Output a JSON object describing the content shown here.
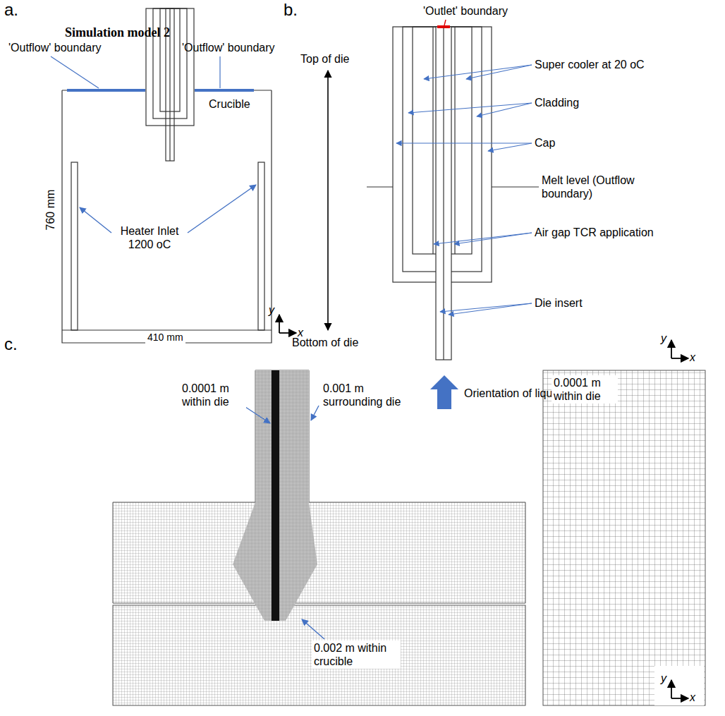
{
  "diagram": {
    "labels": [
      "a.",
      "Simulation model 2",
      "b.",
      "'Outflow' boundary",
      "'Outflow' boundary",
      "760 mm",
      "Crucible",
      "Heater Inlet 1200 oC",
      "410 mm",
      "y",
      "x",
      "Top of die",
      "'Outlet' boundary",
      "Super cooler at 20 oC",
      "Cladding",
      "Cap",
      "Melt level (Outflow boundary)",
      "Air gap TCR application",
      "Die insert",
      "Bottom of die",
      "Orientation of liquid metal flow",
      "y",
      "x",
      "c.",
      "0.0001 m within die",
      "0.001 m surrounding die",
      "0.002 m within crucible",
      "0.0001 m within die",
      "y",
      "x"
    ]
  }
}
